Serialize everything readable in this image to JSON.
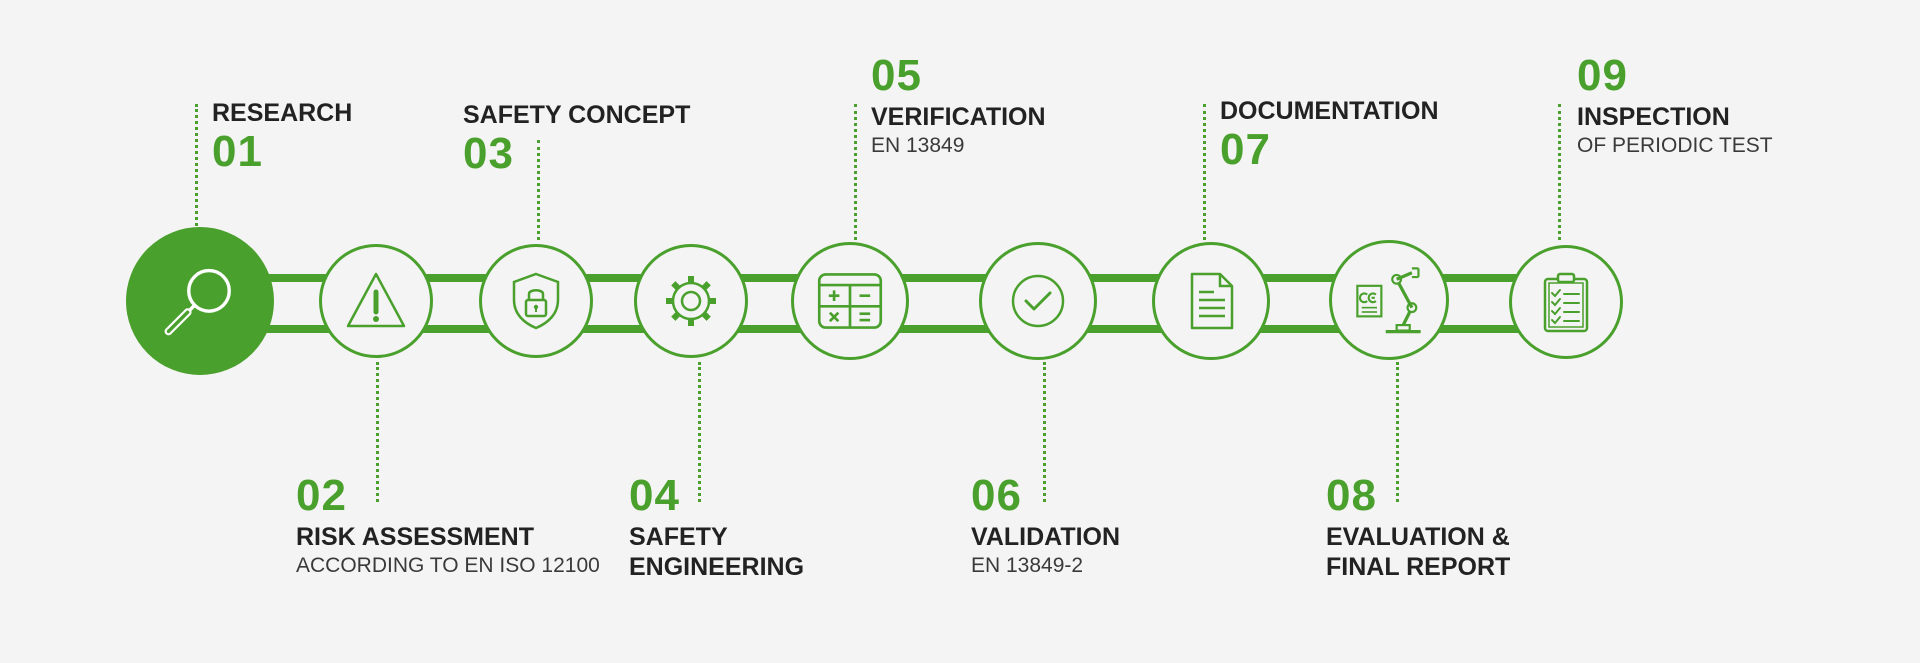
{
  "colors": {
    "accent": "#4aa02c",
    "background": "#f4f4f4",
    "text": "#222222"
  },
  "steps": [
    {
      "number": "01",
      "title": "RESEARCH",
      "subtitle": "",
      "icon": "magnifier-icon",
      "active": true
    },
    {
      "number": "02",
      "title": "RISK ASSESSMENT",
      "subtitle": "ACCORDING TO EN ISO 12100",
      "icon": "warning-icon"
    },
    {
      "number": "03",
      "title": "SAFETY CONCEPT",
      "subtitle": "",
      "icon": "shield-lock-icon"
    },
    {
      "number": "04",
      "title_line1": "SAFETY",
      "title_line2": "ENGINEERING",
      "icon": "gear-icon"
    },
    {
      "number": "05",
      "title": "VERIFICATION",
      "subtitle": "EN 13849",
      "icon": "calculator-icon"
    },
    {
      "number": "06",
      "title": "VALIDATION",
      "subtitle": "EN 13849-2",
      "icon": "checkmark-icon"
    },
    {
      "number": "07",
      "title": "DOCUMENTATION",
      "subtitle": "",
      "icon": "document-icon"
    },
    {
      "number": "08",
      "title_line1": "EVALUATION &",
      "title_line2": "FINAL REPORT",
      "icon": "ce-robot-icon"
    },
    {
      "number": "09",
      "title": "INSPECTION",
      "subtitle": "OF PERIODIC TEST",
      "icon": "clipboard-checklist-icon"
    }
  ]
}
